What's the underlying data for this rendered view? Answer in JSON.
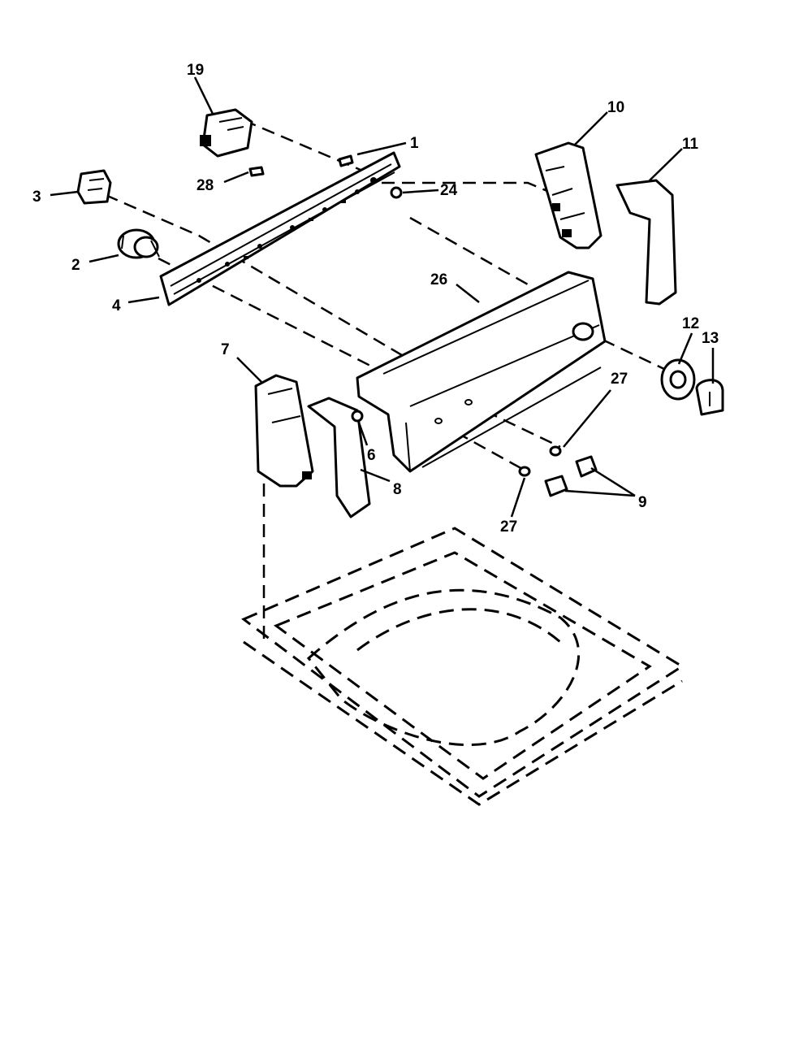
{
  "callouts": [
    {
      "id": "p19",
      "label": "19"
    },
    {
      "id": "p1",
      "label": "1"
    },
    {
      "id": "p10",
      "label": "10"
    },
    {
      "id": "p11",
      "label": "11"
    },
    {
      "id": "p3",
      "label": "3"
    },
    {
      "id": "p28",
      "label": "28"
    },
    {
      "id": "p24",
      "label": "24"
    },
    {
      "id": "p2",
      "label": "2"
    },
    {
      "id": "p4",
      "label": "4"
    },
    {
      "id": "p26",
      "label": "26"
    },
    {
      "id": "p7",
      "label": "7"
    },
    {
      "id": "p12",
      "label": "12"
    },
    {
      "id": "p13",
      "label": "13"
    },
    {
      "id": "p27a",
      "label": "27"
    },
    {
      "id": "p6",
      "label": "6"
    },
    {
      "id": "p8",
      "label": "8"
    },
    {
      "id": "p9",
      "label": "9"
    },
    {
      "id": "p27b",
      "label": "27"
    }
  ]
}
